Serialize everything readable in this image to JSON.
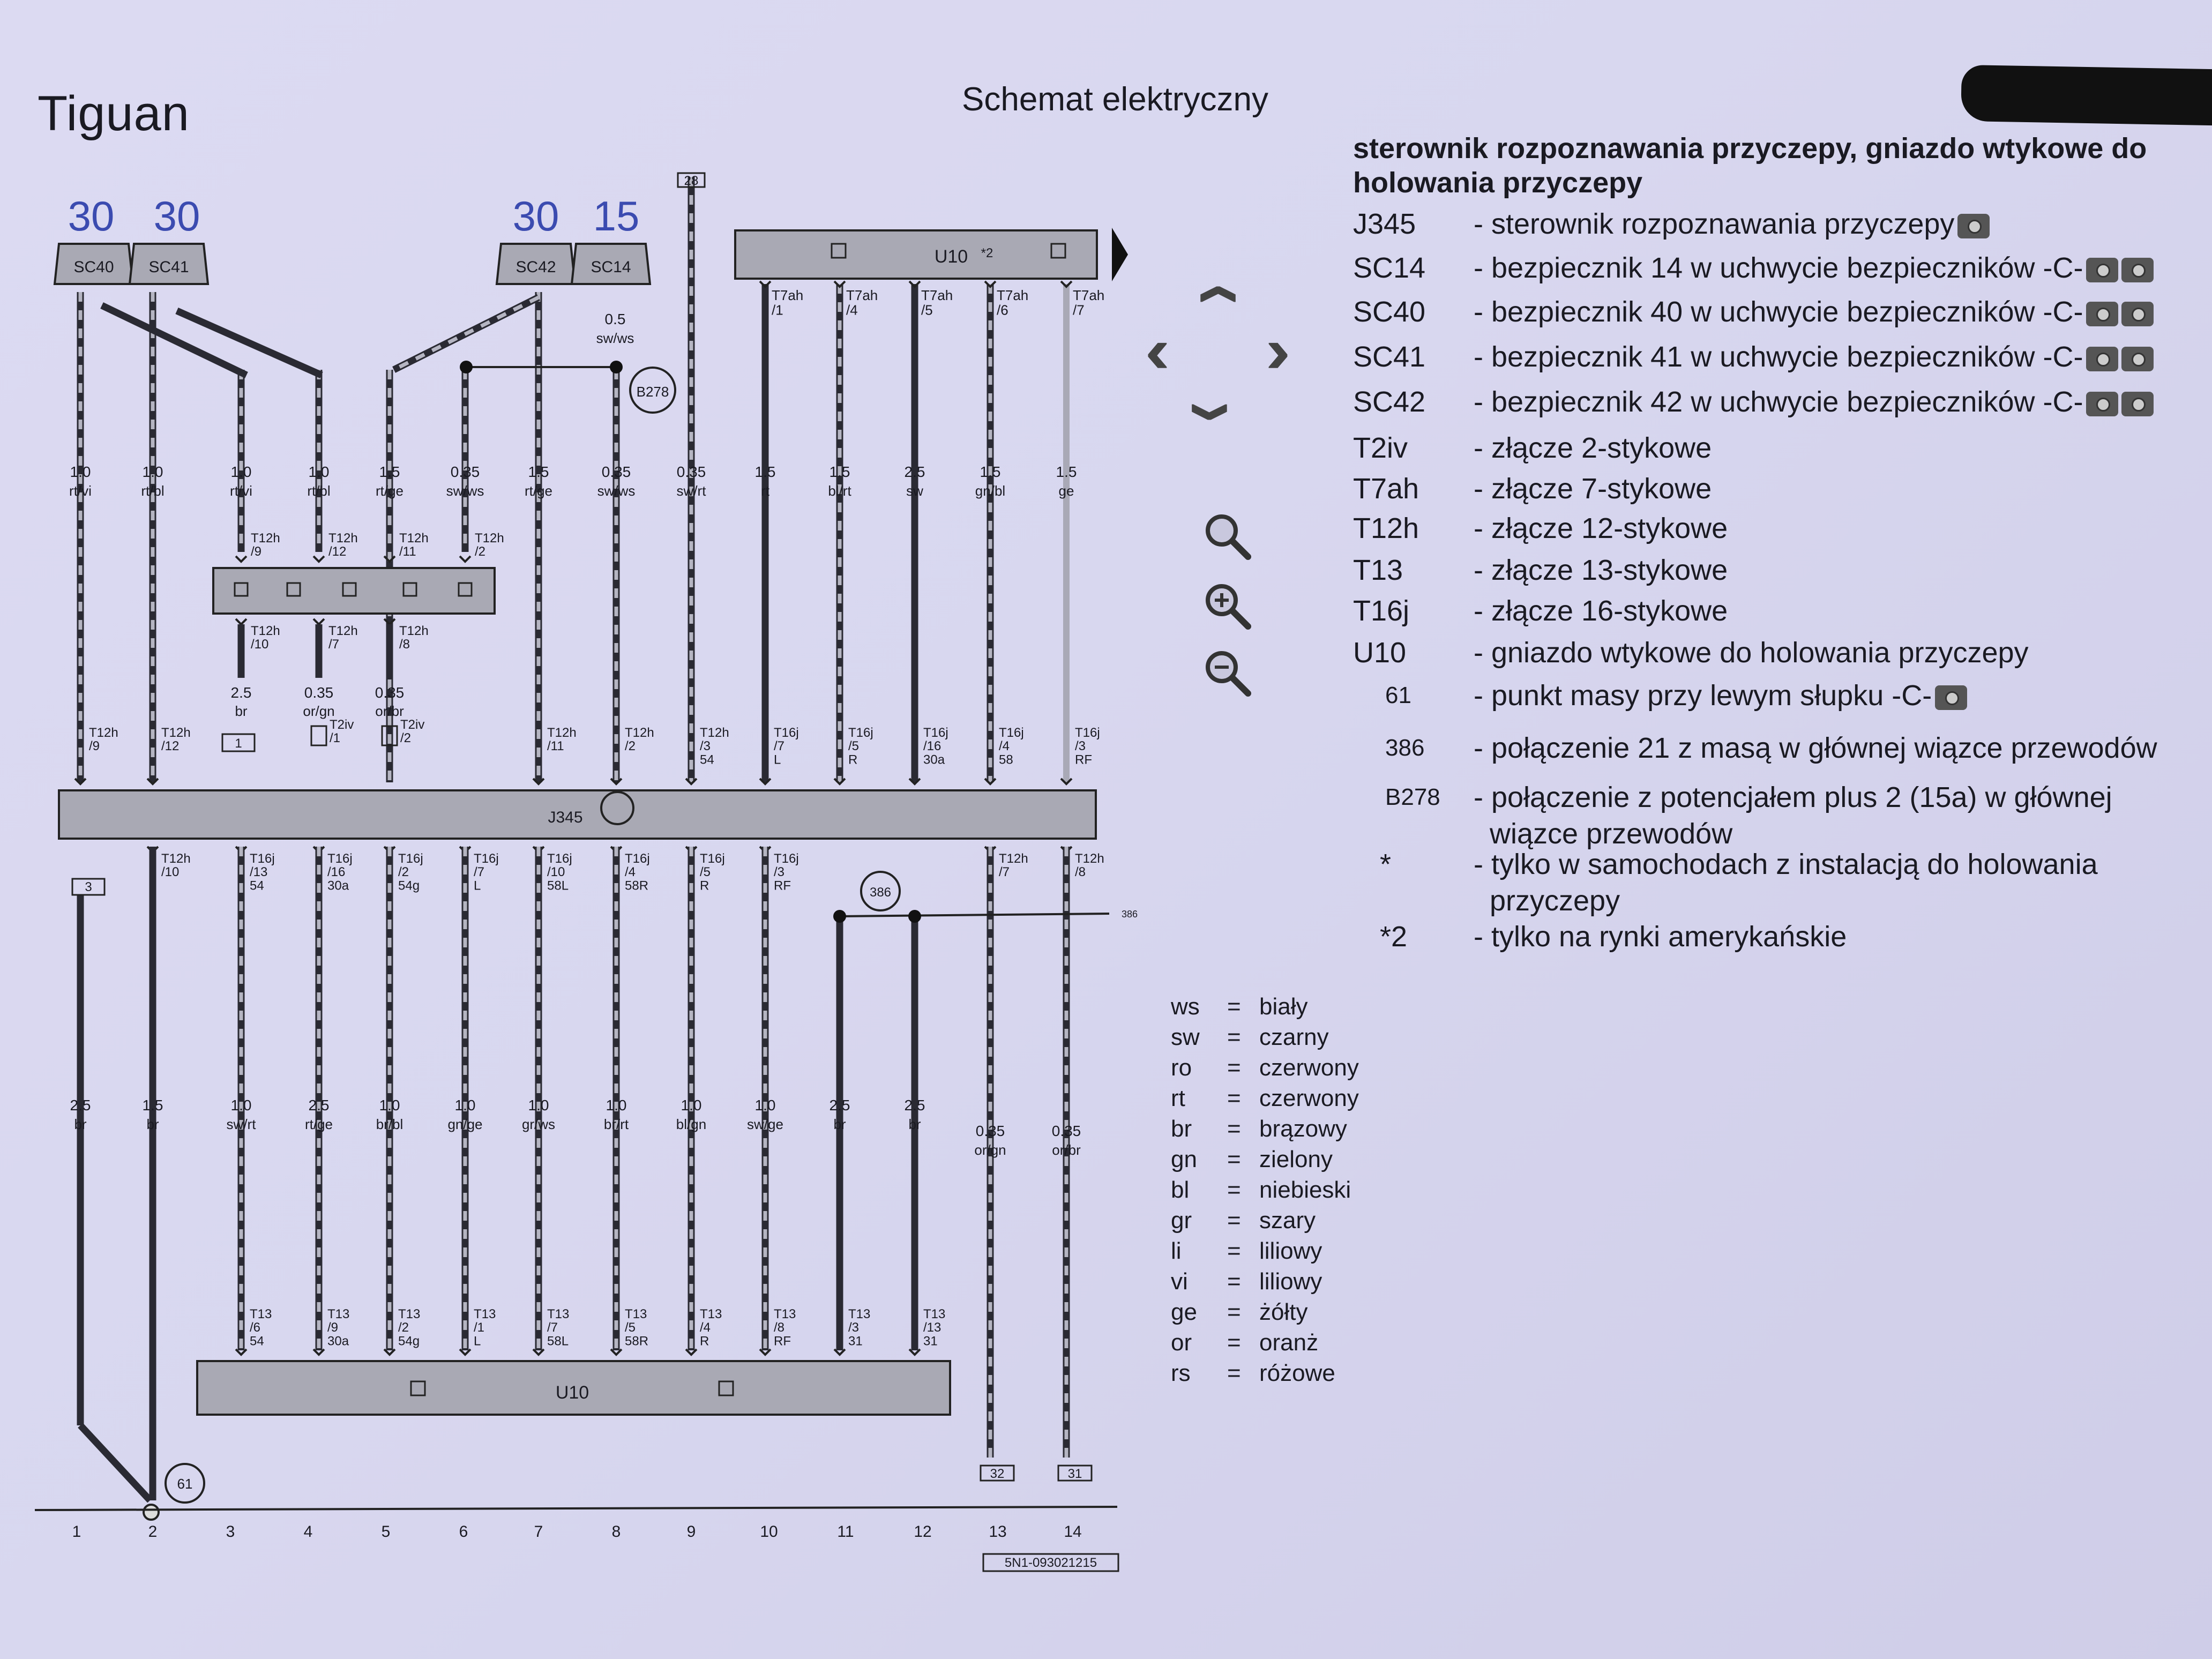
{
  "header": {
    "model": "Tiguan",
    "section": "Schemat elektryczny"
  },
  "handwritten": [
    "30",
    "30",
    "30",
    "15"
  ],
  "fuses": {
    "top": [
      "SC40",
      "SC41",
      "SC42",
      "SC14"
    ]
  },
  "components": {
    "top_plug": {
      "name": "U10",
      "note": "*2"
    },
    "control_unit": "J345",
    "bottom_socket": "U10"
  },
  "top_wires": [
    {
      "size": "1.0",
      "color": "rt/vi"
    },
    {
      "size": "1.0",
      "color": "rt/bl"
    },
    {
      "size": "1.0",
      "color": "rt/vi"
    },
    {
      "size": "1.0",
      "color": "rt/bl"
    },
    {
      "size": "1.5",
      "color": "rt/ge"
    },
    {
      "size": "0.35",
      "color": "sw/ws"
    },
    {
      "size": "1.5",
      "color": "rt/ge"
    },
    {
      "size": "0.35",
      "color": "sw/ws"
    },
    {
      "size": "0.35",
      "color": "sw/rt"
    },
    {
      "size": "1.5",
      "color": "rt"
    },
    {
      "size": "1.5",
      "color": "bl/rt"
    },
    {
      "size": "2.5",
      "color": "sw"
    },
    {
      "size": "1.5",
      "color": "gn/bl"
    },
    {
      "size": "1.5",
      "color": "ge"
    }
  ],
  "bottom_wires": [
    {
      "size": "2.5",
      "color": "br"
    },
    {
      "size": "1.5",
      "color": "br"
    },
    {
      "size": "1.0",
      "color": "sw/rt"
    },
    {
      "size": "2.5",
      "color": "rt/ge"
    },
    {
      "size": "1.0",
      "color": "br/bl"
    },
    {
      "size": "1.0",
      "color": "gn/ge"
    },
    {
      "size": "1.0",
      "color": "gr/ws"
    },
    {
      "size": "1.0",
      "color": "br/rt"
    },
    {
      "size": "1.0",
      "color": "bl/gn"
    },
    {
      "size": "1.0",
      "color": "sw/ge"
    },
    {
      "size": "2.5",
      "color": "br"
    },
    {
      "size": "2.5",
      "color": "br"
    },
    {
      "size": "0.35",
      "color": "or/gn"
    },
    {
      "size": "0.35",
      "color": "or/br"
    }
  ],
  "mid_labels": {
    "fuse14_wire": {
      "size": "0.5",
      "color": "sw/ws"
    },
    "bridge_out": [
      {
        "size": "2.5",
        "color": "br"
      },
      {
        "size": "0.35",
        "color": "or/gn"
      },
      {
        "size": "0.35",
        "color": "or/br"
      }
    ],
    "ref_28": "28",
    "ref_3": "3",
    "ref_32": "32",
    "ref_31": "31",
    "ref_1": "1",
    "b278": "B278",
    "c386": "386",
    "c61": "61",
    "line_386": "386"
  },
  "pins": {
    "t7ah": [
      "T7ah\n/1",
      "T7ah\n/4",
      "T7ah\n/5",
      "T7ah\n/6",
      "T7ah\n/7"
    ],
    "t12h_bridge_in": [
      "T12h\n/9",
      "T12h\n/12",
      "T12h\n/11",
      "T12h\n/2"
    ],
    "t12h_bridge_out": [
      "T12h\n/10",
      "T12h\n/7",
      "T12h\n/8"
    ],
    "t2iv": [
      "T2iv\n/1",
      "T2iv\n/2"
    ],
    "j345_in": [
      "T12h\n/9",
      "T12h\n/12",
      "T12h\n/11",
      "T12h\n/2",
      "T12h\n/3\n54",
      "T16j\n/7\nL",
      "T16j\n/5\nR",
      "T16j\n/16\n30a",
      "T16j\n/4\n58",
      "T16j\n/3\nRF"
    ],
    "j345_out": [
      "T12h\n/10",
      "T16j\n/13\n54",
      "T16j\n/16\n30a",
      "T16j\n/2\n54g",
      "T16j\n/7\nL",
      "T16j\n/10\n58L",
      "T16j\n/4\n58R",
      "T16j\n/5\nR",
      "T16j\n/3\nRF",
      "T12h\n/7",
      "T12h\n/8"
    ],
    "t13": [
      "T13\n/6\n54",
      "T13\n/9\n30a",
      "T13\n/2\n54g",
      "T13\n/1\nL",
      "T13\n/7\n58L",
      "T13\n/5\n58R",
      "T13\n/4\nR",
      "T13\n/8\nRF",
      "T13\n/3\n31",
      "T13\n/13\n31"
    ]
  },
  "columns": [
    "1",
    "2",
    "3",
    "4",
    "5",
    "6",
    "7",
    "8",
    "9",
    "10",
    "11",
    "12",
    "13",
    "14"
  ],
  "doc_code": "5N1-093021215",
  "legend": {
    "heading": "sterownik rozpoznawania przyczepy, gniazdo wtykowe do holowania przyczepy",
    "items": [
      {
        "code": "J345",
        "desc": "- sterownik rozpoznawania przyczepy",
        "cams": 1
      },
      {
        "code": "SC14",
        "desc": "- bezpiecznik 14 w uchwycie bezpieczników -C-",
        "cams": 2
      },
      {
        "code": "SC40",
        "desc": "- bezpiecznik 40 w uchwycie bezpieczników -C-",
        "cams": 2
      },
      {
        "code": "SC41",
        "desc": "- bezpiecznik 41 w uchwycie bezpieczników -C-",
        "cams": 2
      },
      {
        "code": "SC42",
        "desc": "- bezpiecznik 42 w uchwycie bezpieczników -C-",
        "cams": 2
      },
      {
        "code": "T2iv",
        "desc": "- złącze 2-stykowe",
        "cams": 0
      },
      {
        "code": "T7ah",
        "desc": "- złącze 7-stykowe",
        "cams": 0
      },
      {
        "code": "T12h",
        "desc": "- złącze 12-stykowe",
        "cams": 0
      },
      {
        "code": "T13",
        "desc": "- złącze 13-stykowe",
        "cams": 0
      },
      {
        "code": "T16j",
        "desc": "- złącze 16-stykowe",
        "cams": 0
      },
      {
        "code": "U10",
        "desc": "- gniazdo wtykowe do holowania przyczepy",
        "cams": 0
      },
      {
        "code": "61",
        "desc": "- punkt masy przy lewym słupku -C-",
        "cams": 1
      },
      {
        "code": "386",
        "desc": "- połączenie 21 z masą w głównej wiązce przewodów",
        "cams": 0
      },
      {
        "code": "B278",
        "desc": "- połączenie z potencjałem plus 2 (15a) w głównej",
        "desc2": "wiązce przewodów",
        "cams": 0
      },
      {
        "code": "*",
        "desc": "- tylko w samochodach z instalacją do holowania",
        "desc2": "przyczepy",
        "cams": 0
      },
      {
        "code": "*2",
        "desc": "- tylko na rynki amerykańskie",
        "cams": 0
      }
    ]
  },
  "color_codes": [
    {
      "ab": "ws",
      "eq": "=",
      "nm": "biały"
    },
    {
      "ab": "sw",
      "eq": "=",
      "nm": "czarny"
    },
    {
      "ab": "ro",
      "eq": "=",
      "nm": "czerwony"
    },
    {
      "ab": "rt",
      "eq": "=",
      "nm": "czerwony"
    },
    {
      "ab": "br",
      "eq": "=",
      "nm": "brązowy"
    },
    {
      "ab": "gn",
      "eq": "=",
      "nm": "zielony"
    },
    {
      "ab": "bl",
      "eq": "=",
      "nm": "niebieski"
    },
    {
      "ab": "gr",
      "eq": "=",
      "nm": "szary"
    },
    {
      "ab": "li",
      "eq": "=",
      "nm": "liliowy"
    },
    {
      "ab": "vi",
      "eq": "=",
      "nm": "liliowy"
    },
    {
      "ab": "ge",
      "eq": "=",
      "nm": "żółty"
    },
    {
      "ab": "or",
      "eq": "=",
      "nm": "oranż"
    },
    {
      "ab": "rs",
      "eq": "=",
      "nm": "różowe"
    }
  ],
  "toolbar": {
    "icons": [
      "chevron-up-icon",
      "chevron-left-icon",
      "chevron-right-icon",
      "chevron-down-icon",
      "zoom-icon",
      "zoom-in-icon",
      "zoom-out-icon"
    ]
  }
}
